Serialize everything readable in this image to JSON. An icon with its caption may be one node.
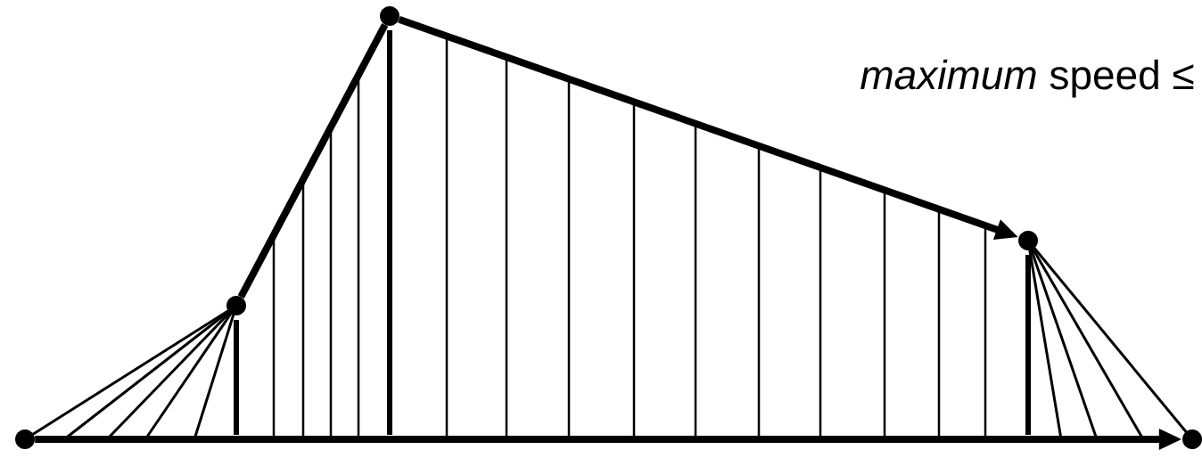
{
  "diagram": {
    "nodes": [
      {
        "text": [],
        "shape": "circle"
      },
      {
        "text": [],
        "shape": "circle"
      },
      {
        "text": [],
        "shape": "circle"
      },
      {
        "text": [],
        "shape": "circle"
      },
      {
        "text": [],
        "shape": "circle"
      }
    ],
    "edges": [
      {
        "from": 1,
        "to": 2,
        "arrow": "none"
      },
      {
        "from": 2,
        "to": 3,
        "arrow": "to"
      },
      {
        "from": 0,
        "to": 4,
        "arrow": "to"
      }
    ],
    "labels": [
      "*maximum* speed ≤"
    ]
  }
}
